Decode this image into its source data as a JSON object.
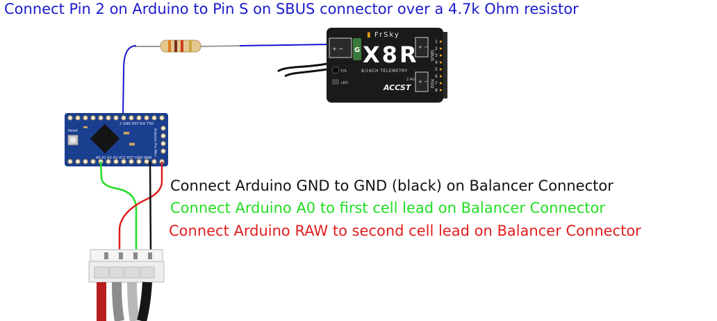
{
  "captions": {
    "top": "Connect Pin 2 on Arduino to Pin S on SBUS connector over a 4.7k Ohm resistor",
    "gnd": "Connect Arduino GND to GND (black) on Balancer Connector",
    "a0": "Connect Arduino A0 to first cell lead on Balancer Connector",
    "raw": "Connect Arduino RAW to second cell lead on Balancer Connector"
  },
  "receiver": {
    "brand": "FrSky",
    "model": "X8R",
    "subtitle": "8/16CH TELEMETRY",
    "accst": "ACCST",
    "band": "2.4GHz",
    "sbus_label": "SBUS",
    "rssi_label": "RSSI",
    "fs_label": "F/S",
    "led_label": "LED",
    "channels": [
      "1",
      "2",
      "3",
      "4",
      "5",
      "6",
      "7",
      "8"
    ]
  },
  "arduino": {
    "reset_label": "Reset",
    "top_labels": "2 GND RST RXI TXO",
    "bottom_labels": "A0 A1 A2 A3 VCC RST GND RAW",
    "side_label": "Arduino Pro Mini"
  },
  "colors": {
    "caption_blue": "#1a1acc",
    "caption_black": "#111111",
    "caption_green": "#22dd22",
    "caption_red": "#e11d1d",
    "wire_blue": "#1414d0",
    "wire_green": "#22dd22",
    "wire_red": "#e11d1d",
    "wire_black": "#111111",
    "pcb_blue": "#1b3f8f",
    "receiver_body": "#1a1a1a"
  }
}
